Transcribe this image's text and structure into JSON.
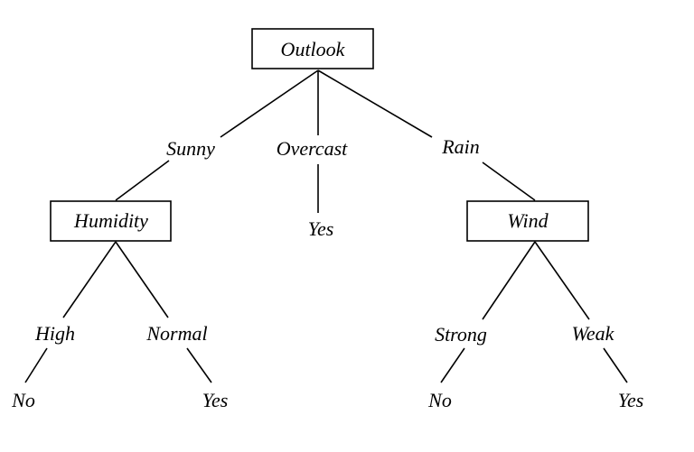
{
  "nodes": {
    "outlook": "Outlook",
    "humidity": "Humidity",
    "wind": "Wind"
  },
  "edges": {
    "sunny": "Sunny",
    "overcast": "Overcast",
    "rain": "Rain",
    "high": "High",
    "normal": "Normal",
    "strong": "Strong",
    "weak": "Weak"
  },
  "leaves": {
    "overcast_yes": "Yes",
    "high_no": "No",
    "normal_yes": "Yes",
    "strong_no": "No",
    "weak_yes": "Yes"
  }
}
